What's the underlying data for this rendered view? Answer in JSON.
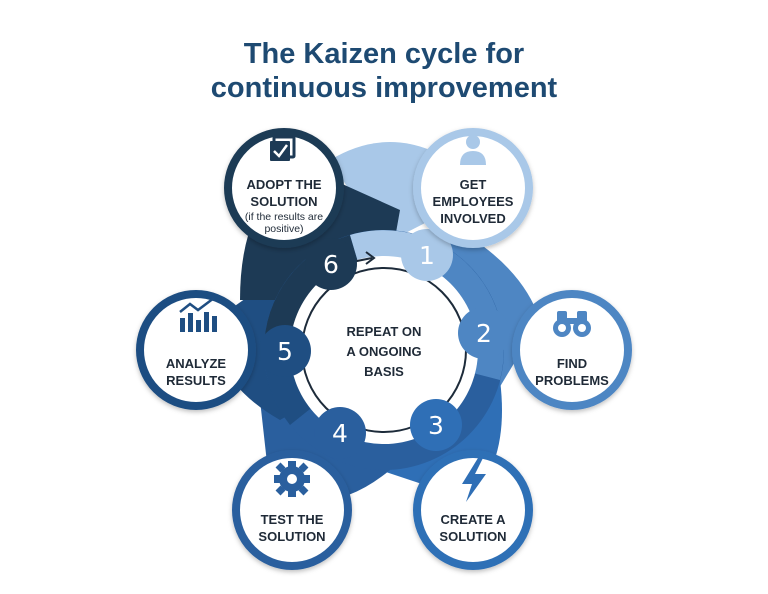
{
  "title": {
    "line1": "The Kaizen cycle for",
    "line2": "continuous improvement"
  },
  "center": {
    "line1": "REPEAT ON",
    "line2": "A ONGOING",
    "line3": "BASIS"
  },
  "steps": [
    {
      "number": "1",
      "label1": "GET",
      "label2": "EMPLOYEES",
      "label3": "INVOLVED",
      "icon": "person-icon",
      "color": "#a9c8e8"
    },
    {
      "number": "2",
      "label1": "FIND",
      "label2": "PROBLEMS",
      "icon": "binoculars-icon",
      "color": "#4e86c3"
    },
    {
      "number": "3",
      "label1": "CREATE A",
      "label2": "SOLUTION",
      "icon": "lightning-icon",
      "color": "#2f6fb6"
    },
    {
      "number": "4",
      "label1": "TEST THE",
      "label2": "SOLUTION",
      "icon": "gear-icon",
      "color": "#2a5f9e"
    },
    {
      "number": "5",
      "label1": "ANALYZE",
      "label2": "RESULTS",
      "icon": "bar-chart-icon",
      "color": "#1f4e82"
    },
    {
      "number": "6",
      "label1": "ADOPT THE",
      "label2": "SOLUTION",
      "label3": "(if the results are",
      "label4": "positive)",
      "icon": "checkbox-icon",
      "color": "#1d3a55"
    }
  ]
}
